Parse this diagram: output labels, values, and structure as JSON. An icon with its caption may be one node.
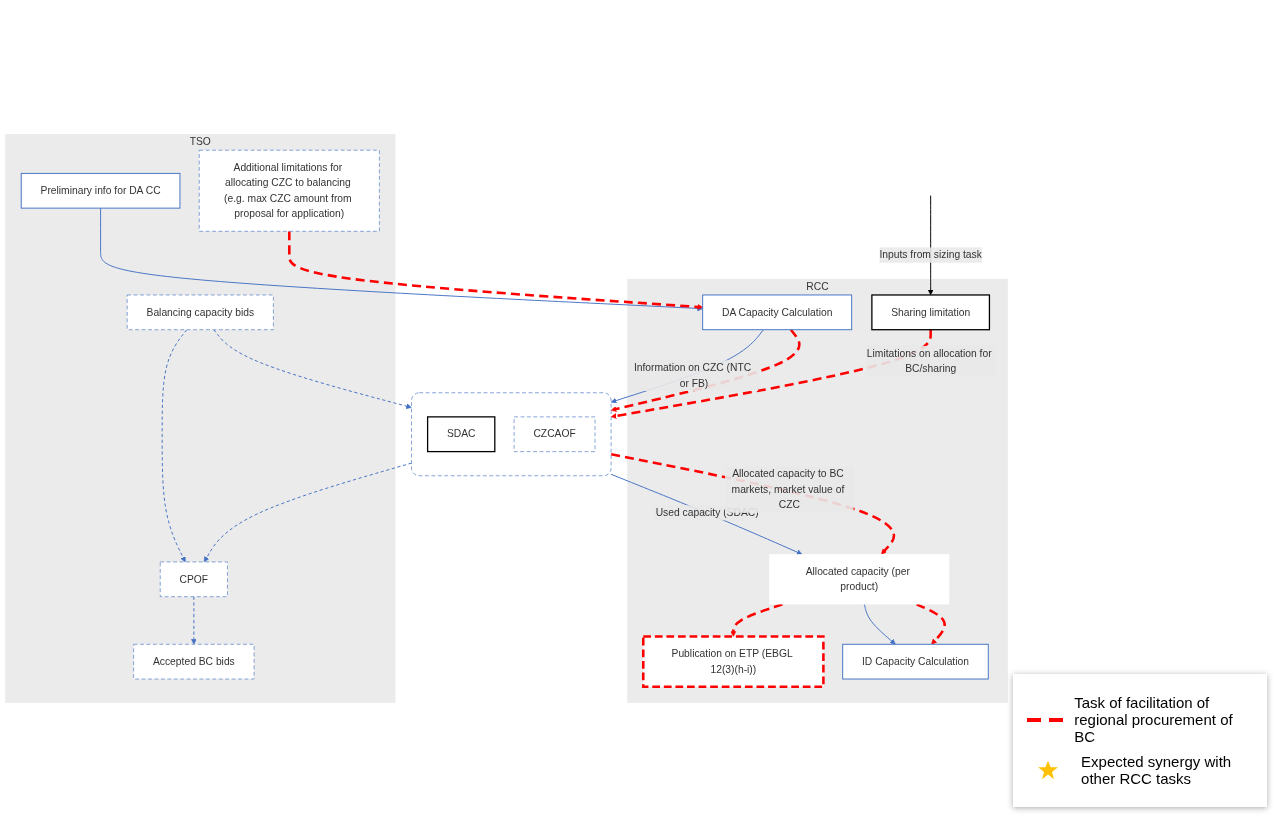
{
  "diagram": {
    "nodes": [
      {
        "text": [
          "RCC"
        ]
      },
      {
        "text": [
          "TSO"
        ]
      },
      {
        "text": [
          "Preliminary info for DA CC"
        ],
        "in": 1
      },
      {
        "text": [
          "Additional limitations for allocating CZC to balancing (e.g. max CZC amount from proposal for application)"
        ],
        "in": 1
      },
      {
        "text": [
          "DA Capacity Calculation"
        ],
        "in": 0
      },
      {
        "text": [
          "Sharing limitation"
        ],
        "in": 0
      },
      {
        "text": [
          "Balancing capacity bids"
        ],
        "in": 1
      },
      {
        "text": [],
        "shape": "box"
      },
      {
        "text": [
          "SDAC"
        ],
        "in": 7
      },
      {
        "text": [
          "CZCAOF"
        ],
        "in": 7
      },
      {
        "text": [
          "Allocated capacity (per product)"
        ],
        "in": 0
      },
      {
        "text": [
          "Publication on ETP (EBGL 12(3)(h-i))"
        ],
        "in": 0
      },
      {
        "text": [
          "CPOF"
        ],
        "in": 1
      },
      {
        "text": [
          "Accepted BC bids"
        ],
        "in": 1
      },
      {
        "text": [
          "ID Capacity Calculation"
        ],
        "in": 0
      }
    ],
    "edges": [
      {
        "from": 2,
        "to": 4,
        "arrow": "to",
        "color": "#4472c4"
      },
      {
        "from": 3,
        "to": 4,
        "arrow": "to",
        "style": "dashed",
        "color": "#ff0000"
      },
      {
        "from": 4,
        "to": 7,
        "arrow": "to",
        "label": "Information on CZC (NTC or FB)",
        "color": "#4472c4"
      },
      {
        "from": 4,
        "to": 7,
        "arrow": "to",
        "style": "dashed",
        "color": "#ff0000"
      },
      {
        "from": 5,
        "to": 7,
        "arrow": "to",
        "style": "dashed",
        "color": "#ff0000",
        "label": "Limitations on allocation for BC/sharing"
      },
      {
        "from": null,
        "to": 5,
        "arrow": "to",
        "label": "Inputs from sizing task",
        "color": "#000000"
      },
      {
        "from": 6,
        "to": 7,
        "arrow": "to",
        "style": "dashed",
        "color": "#4472c4"
      },
      {
        "from": 6,
        "to": 12,
        "arrow": "to",
        "style": "dashed",
        "color": "#4472c4"
      },
      {
        "from": 7,
        "to": 12,
        "arrow": "to",
        "style": "dashed",
        "color": "#4472c4"
      },
      {
        "from": 12,
        "to": 13,
        "arrow": "to",
        "style": "dashed",
        "color": "#4472c4"
      },
      {
        "from": 7,
        "to": 10,
        "arrow": "to",
        "label": "Used capacity (SDAC)",
        "color": "#4472c4"
      },
      {
        "from": 7,
        "to": 10,
        "arrow": "to",
        "style": "dashed",
        "color": "#ff0000",
        "label": "Allocated capacity to BC markets, market value of CZC"
      },
      {
        "from": 10,
        "to": 11,
        "arrow": "to",
        "style": "dashed",
        "color": "#ff0000"
      },
      {
        "from": 10,
        "to": 14,
        "arrow": "to",
        "color": "#4472c4"
      },
      {
        "from": 10,
        "to": 14,
        "arrow": "to",
        "style": "dashed",
        "color": "#ff0000"
      }
    ],
    "legend": [
      {
        "text": "Task of facilitation of regional procurement of BC"
      },
      {
        "text": "Expected synergy with other RCC tasks"
      }
    ]
  }
}
